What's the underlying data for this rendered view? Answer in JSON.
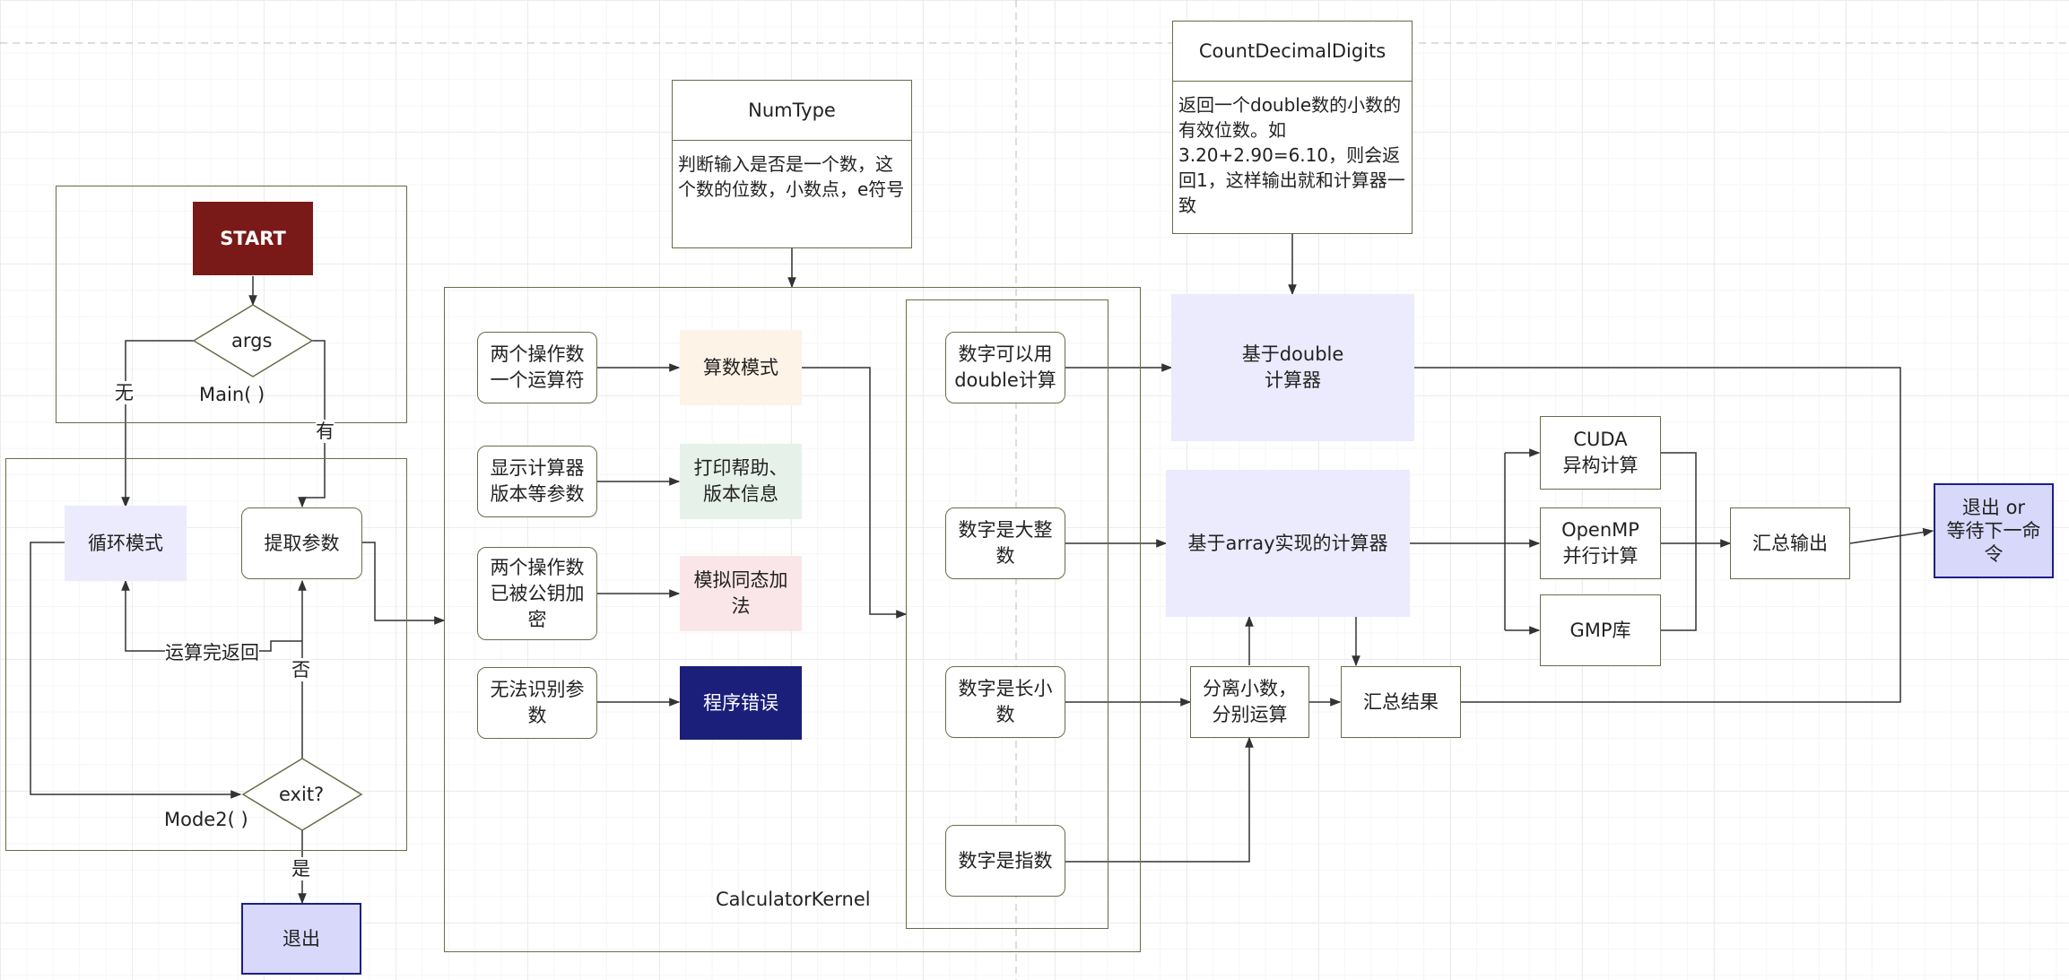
{
  "main_section": {
    "start_label": "START",
    "args_label": "args",
    "main_caption": "Main( )",
    "no_label": "无",
    "yes_label_args": "有"
  },
  "mode2_section": {
    "loop_mode": "循环模式",
    "extract_params": "提取参数",
    "return_after_calc": "运算完返回",
    "no_label": "否",
    "exit_question": "exit?",
    "mode2_caption": "Mode2( )",
    "yes_label": "是",
    "exit_label": "退出"
  },
  "numtype_panel": {
    "title": "NumType",
    "desc": "判断输入是否是一个数，这个数的位数，小数点，e符号"
  },
  "countdecimal_panel": {
    "title": "CountDecimalDigits",
    "desc": "返回一个double数的小数的有效位数。如3.20+2.90=6.10，则会返回1，这样输出就和计算器一致"
  },
  "kernel": {
    "caption": "CalculatorKernel",
    "inputs": [
      {
        "label": "两个操作数\n一个运算符"
      },
      {
        "label": "显示计算器\n版本等参数"
      },
      {
        "label": "两个操作数\n已被公钥加\n密"
      },
      {
        "label": "无法识别参\n数"
      }
    ],
    "modes": [
      {
        "label": "算数模式",
        "color": "#fdf3e6"
      },
      {
        "label": "打印帮助、\n版本信息",
        "color": "#e6f1ea"
      },
      {
        "label": "模拟同态加\n法",
        "color": "#fae6e8"
      },
      {
        "label": "程序错误",
        "color": "#1b1f7a"
      }
    ],
    "num_types": [
      {
        "label": "数字可以用\ndouble计算"
      },
      {
        "label": "数字是大整\n数"
      },
      {
        "label": "数字是长小\n数"
      },
      {
        "label": "数字是指数"
      }
    ]
  },
  "calculators": {
    "double_calc": "基于double\n计算器",
    "array_calc": "基于array实现的计算器",
    "split_decimal": "分离小数，\n分别运算",
    "summary_result": "汇总结果"
  },
  "backends": {
    "cuda": "CUDA\n异构计算",
    "openmp": "OpenMP\n并行计算",
    "gmp": "GMP库"
  },
  "output": {
    "summary_output": "汇总输出",
    "exit_or_wait": "退出 or\n等待下一命\n令"
  },
  "colors": {
    "start_fill": "#7a1a18",
    "calc_fill": "#ebebfd",
    "exit_fill": "#d8d8fb",
    "exit_border": "#1e1e8a",
    "line": "#333333"
  }
}
